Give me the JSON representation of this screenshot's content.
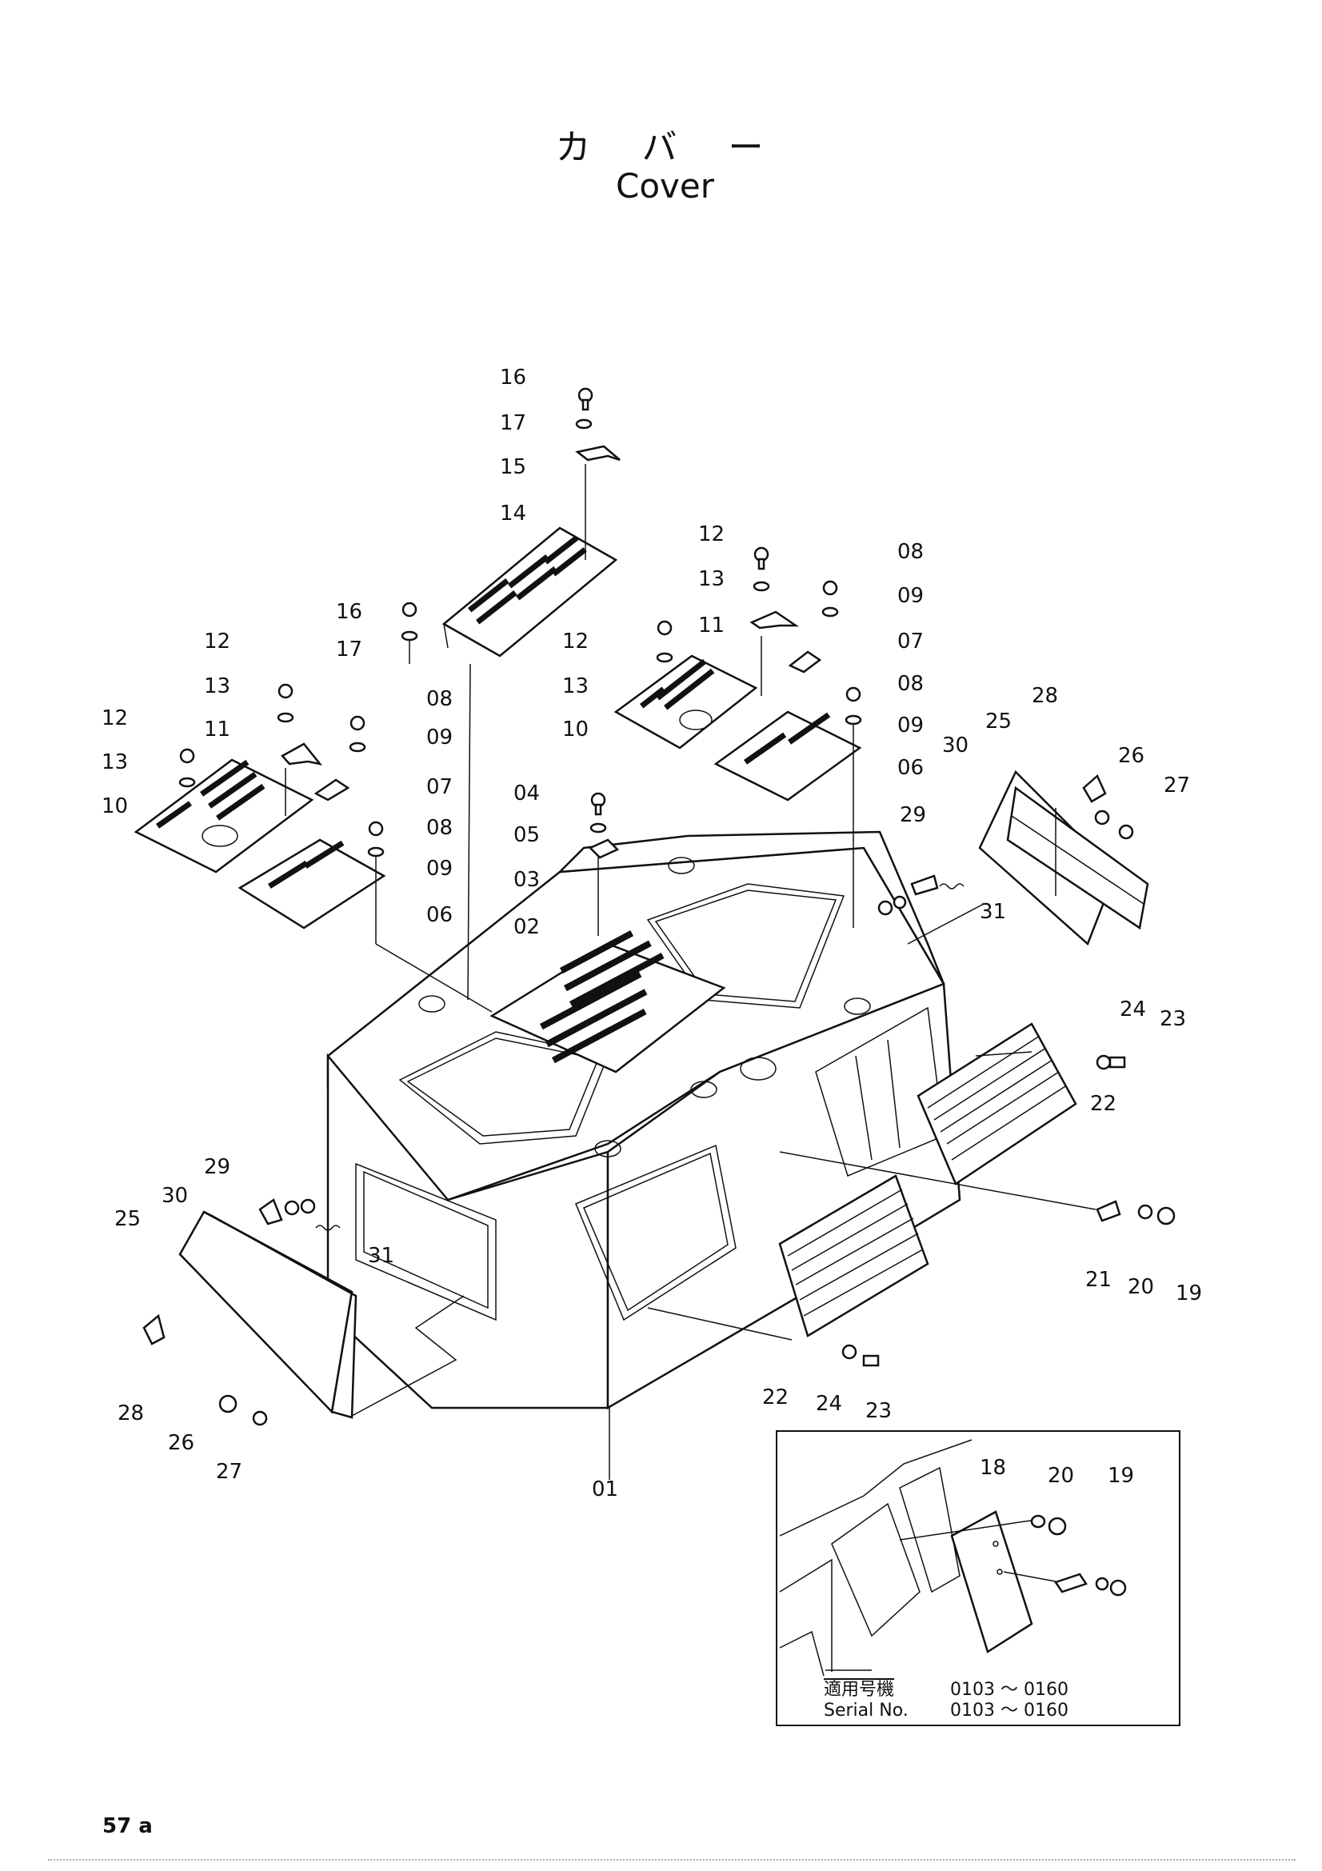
{
  "title": {
    "japanese": "カバー",
    "english": "Cover"
  },
  "callouts": [
    "01",
    "02",
    "03",
    "04",
    "05",
    "06",
    "07",
    "08",
    "09",
    "10",
    "11",
    "12",
    "13",
    "14",
    "15",
    "16",
    "17",
    "18",
    "19",
    "20",
    "21",
    "22",
    "23",
    "24",
    "25",
    "26",
    "27",
    "28",
    "29",
    "30",
    "31"
  ],
  "labels": {
    "c16a": "16",
    "c17a": "17",
    "c15": "15",
    "c14": "14",
    "c16b": "16",
    "c17b": "17",
    "c12a": "12",
    "c13a": "13",
    "c11a": "11",
    "c08a": "08",
    "c09a": "09",
    "c07a": "07",
    "c12b": "12",
    "c13b": "13",
    "c10a": "10",
    "c08b": "08",
    "c09b": "09",
    "c06a": "06",
    "c12c": "12",
    "c13c": "13",
    "c11b": "11",
    "c08c": "08",
    "c09c": "09",
    "c07b": "07",
    "c12d": "12",
    "c13d": "13",
    "c10b": "10",
    "c08d": "08",
    "c09d": "09",
    "c06b": "06",
    "c04": "04",
    "c05": "05",
    "c03": "03",
    "c02": "02",
    "c28a": "28",
    "c25a": "25",
    "c30a": "30",
    "c26a": "26",
    "c27a": "27",
    "c29a": "29",
    "c31a": "31",
    "c24a": "24",
    "c23a": "23",
    "c22a": "22",
    "c21": "21",
    "c20a": "20",
    "c19a": "19",
    "c29b": "29",
    "c30b": "30",
    "c25b": "25",
    "c31b": "31",
    "c28b": "28",
    "c26b": "26",
    "c27b": "27",
    "c22b": "22",
    "c24b": "24",
    "c23b": "23",
    "c01": "01",
    "c18": "18",
    "c20b": "20",
    "c19b": "19"
  },
  "serial": {
    "label_jp": "適用号機",
    "label_en": "Serial No.",
    "range_jp": "0103 ～ 0160",
    "range_en": "0103 ～ 0160"
  },
  "page_number": "57 a"
}
